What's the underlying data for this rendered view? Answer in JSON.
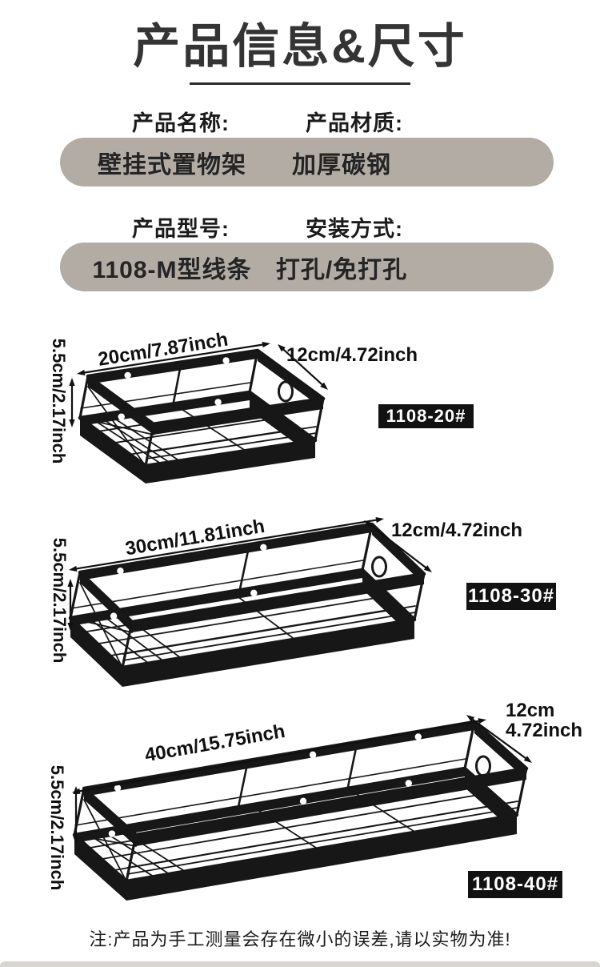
{
  "header": {
    "title": "产品信息&尺寸"
  },
  "specs": [
    {
      "label_left": "产品名称:",
      "value_left": "壁挂式置物架",
      "label_right": "产品材质:",
      "value_right": "加厚碳钢"
    },
    {
      "label_left": "产品型号:",
      "value_left": "1108-M型线条",
      "label_right": "安装方式:",
      "value_right": "打孔/免打孔"
    }
  ],
  "shelves": [
    {
      "model": "1108-20#",
      "length_label": "20cm/7.87inch",
      "depth_lines": [
        "12cm/4.72inch"
      ],
      "height_label": "5.5cm/2.17inch"
    },
    {
      "model": "1108-30#",
      "length_label": "30cm/11.81inch",
      "depth_lines": [
        "12cm/4.72inch"
      ],
      "height_label": "5.5cm/2.17inch"
    },
    {
      "model": "1108-40#",
      "length_label": "40cm/15.75inch",
      "depth_lines": [
        "12cm",
        "4.72inch"
      ],
      "height_label": "5.5cm/2.17inch"
    }
  ],
  "footer": {
    "note": "注:产品为手工测量会存在微小的误差,请以实物为准!"
  },
  "colors": {
    "background": "#ffffff",
    "title_text": "#343434",
    "pill_background": "#b3aca4",
    "badge_background": "#121212",
    "badge_text": "#ffffff",
    "rack_metal": "#171717",
    "dimension_text": "#101010",
    "bottom_strip": "#d9d6d2"
  }
}
